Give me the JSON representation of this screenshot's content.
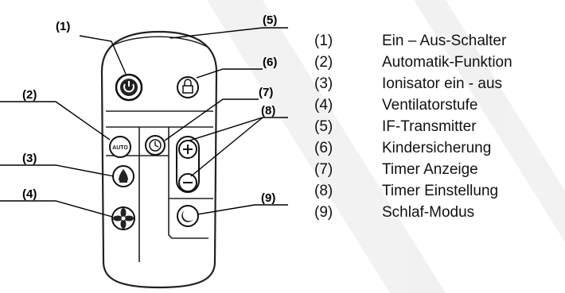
{
  "callouts": [
    "(1)",
    "(2)",
    "(3)",
    "(4)",
    "(5)",
    "(6)",
    "(7)",
    "(8)",
    "(9)"
  ],
  "buttons": {
    "auto_label": "AUTO"
  },
  "legend": [
    {
      "num": "(1)",
      "text": "Ein – Aus-Schalter"
    },
    {
      "num": "(2)",
      "text": "Automatik-Funktion"
    },
    {
      "num": "(3)",
      "text": "Ionisator ein - aus"
    },
    {
      "num": "(4)",
      "text": "Ventilatorstufe"
    },
    {
      "num": "(5)",
      "text": "IF-Transmitter"
    },
    {
      "num": "(6)",
      "text": "Kindersicherung"
    },
    {
      "num": "(7)",
      "text": "Timer Anzeige"
    },
    {
      "num": "(8)",
      "text": "Timer Einstellung"
    },
    {
      "num": "(9)",
      "text": "Schlaf-Modus"
    }
  ],
  "colors": {
    "background": "#ffffff",
    "stripe": "#eeeeee",
    "ink": "#000000"
  }
}
